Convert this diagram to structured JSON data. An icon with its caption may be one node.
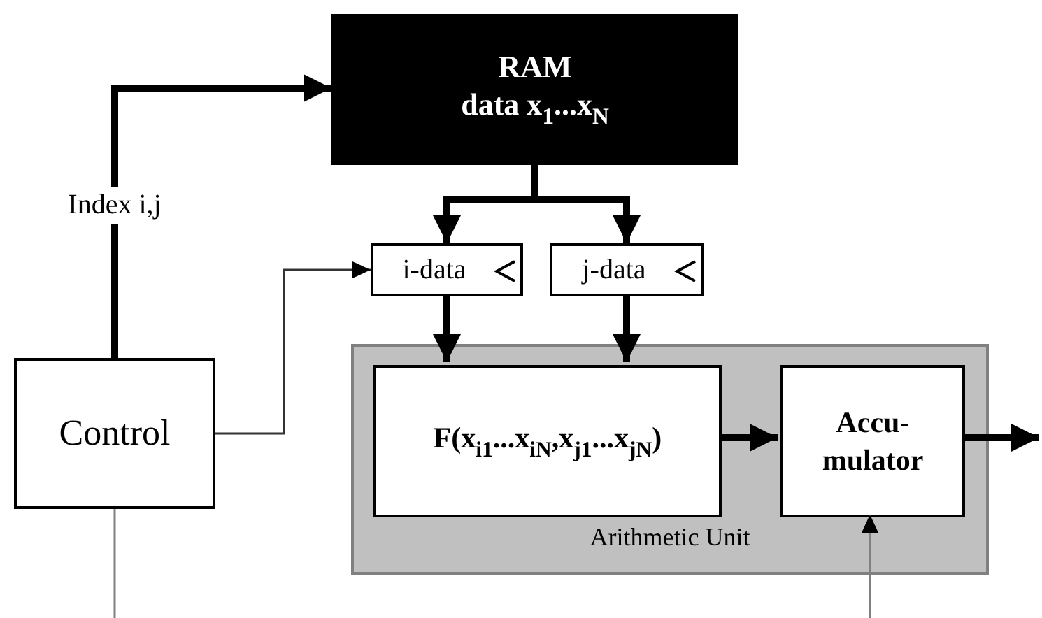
{
  "diagram": {
    "nodes": [
      {
        "text": [
          "RAM",
          "data x$_{1}$...x$_{N}$"
        ]
      },
      {
        "text": [
          "i-data"
        ]
      },
      {
        "text": [
          "j-data"
        ]
      },
      {
        "text": [
          "Arithmetic Unit"
        ]
      },
      {
        "text": [
          "F(x$_{i1}$...x$_{iN}$,x$_{j1}$...x$_{jN}$)"
        ],
        "in": 3
      },
      {
        "text": [
          "Accu- mulator"
        ],
        "in": 3
      },
      {
        "text": [
          "Control"
        ]
      }
    ],
    "edges": [
      {
        "from": 6,
        "to": 0,
        "arrow": "to",
        "label": "Index i,j"
      },
      {
        "from": 0,
        "to": 1,
        "arrow": "to"
      },
      {
        "from": 0,
        "to": 2,
        "arrow": "to"
      },
      {
        "from": 6,
        "to": 1,
        "arrow": "to",
        "color": "#333333"
      },
      {
        "from": 1,
        "to": 4,
        "arrow": "to"
      },
      {
        "from": 2,
        "to": 4,
        "arrow": "to"
      },
      {
        "from": 4,
        "to": 5,
        "arrow": "to"
      },
      {
        "from": 5,
        "to": null,
        "arrow": "to"
      },
      {
        "from": 6,
        "to": null,
        "arrow": "none",
        "color": "#808080"
      },
      {
        "from": null,
        "to": 5,
        "arrow": "to",
        "color": "#808080"
      }
    ]
  }
}
